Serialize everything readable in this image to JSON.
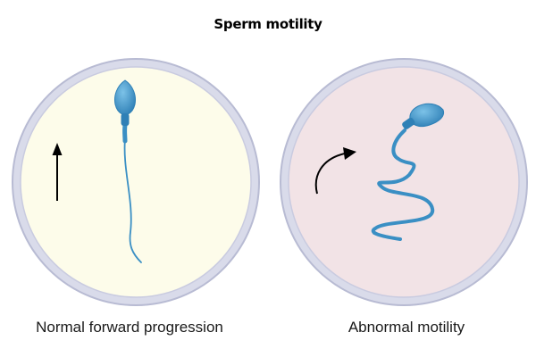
{
  "title": "Sperm motility",
  "panels": [
    {
      "label": "Normal forward progression",
      "dish_color": "#fdfcea"
    },
    {
      "label": "Abnormal motility",
      "dish_color": "#f2e3e6"
    }
  ],
  "colors": {
    "sperm": "#3a8fc4",
    "sperm_highlight": "#6fb7e0",
    "dish_rim": "#c3c6dc",
    "arrow": "#000000"
  },
  "icons": [
    "arrow-up-icon",
    "curved-arrow-icon"
  ]
}
